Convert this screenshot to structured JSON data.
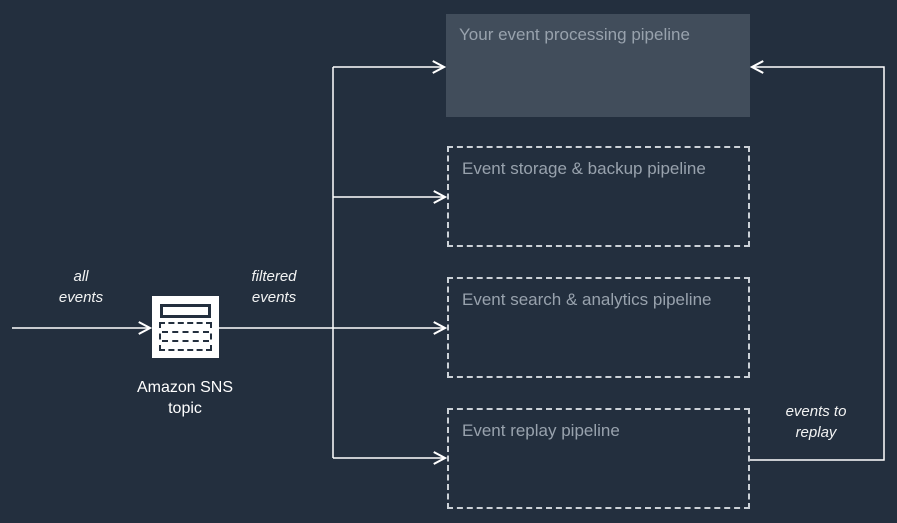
{
  "diagram": {
    "type": "architecture-flow",
    "description_topic": "Amazon SNS event fan-out pipelines",
    "nodes": {
      "processing_pipeline": {
        "label": "Your event processing pipeline",
        "style": "solid-filled"
      },
      "storage_pipeline": {
        "label": "Event storage & backup pipeline",
        "style": "dashed"
      },
      "search_pipeline": {
        "label": "Event search & analytics pipeline",
        "style": "dashed"
      },
      "replay_pipeline": {
        "label": "Event replay pipeline",
        "style": "dashed"
      },
      "sns_topic": {
        "icon": "sns-topic-icon",
        "label_line1": "Amazon SNS",
        "label_line2": "topic"
      }
    },
    "edge_labels": {
      "all_events": {
        "line1": "all",
        "line2": "events"
      },
      "filtered_events": {
        "line1": "filtered",
        "line2": "events"
      },
      "events_to_replay": {
        "line1": "events to",
        "line2": "replay"
      }
    },
    "edges": [
      "inbound -> sns_topic (all events)",
      "sns_topic -> fanout branch (filtered events)",
      "branch -> processing_pipeline",
      "branch -> storage_pipeline",
      "branch -> search_pipeline",
      "branch -> replay_pipeline",
      "replay_pipeline -> processing_pipeline (events to replay)"
    ]
  },
  "colors": {
    "background": "#232f3e",
    "solid_box_fill": "#414d5b",
    "box_label_text": "#98a2ad",
    "dashed_border": "#ccd2d8",
    "connector": "#ffffff",
    "edge_label_text": "#f2f3f3",
    "sns_icon_background": "#ffffff",
    "sns_icon_glyph": "#232f3e"
  }
}
